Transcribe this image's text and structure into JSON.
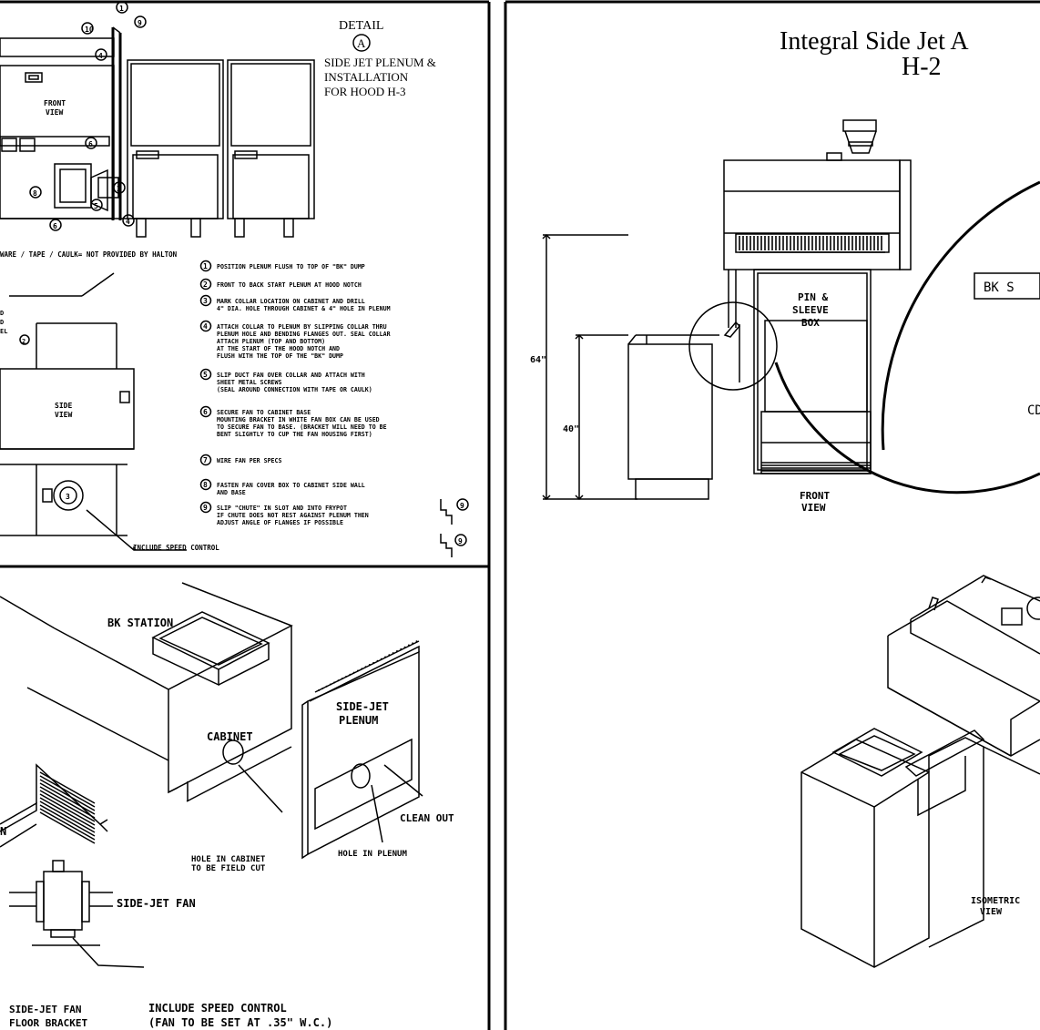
{
  "detail": {
    "label": "DETAIL",
    "letter": "A",
    "caption": [
      "SIDE JET PLENUM &",
      "INSTALLATION",
      "FOR HOOD H-3"
    ]
  },
  "top_left": {
    "front_view": [
      "FRONT",
      "VIEW"
    ],
    "side_view": [
      "SIDE",
      "VIEW"
    ],
    "note_header": "WARE / TAPE / CAULK= NOT PROVIDED BY HALTON",
    "left_note": [
      "D",
      "D",
      "EL"
    ],
    "include_speed_control": "INCLUDE SPEED CONTROL"
  },
  "steps": [
    {
      "num": "1",
      "lines": [
        "POSITION PLENUM FLUSH TO TOP OF \"BK\" DUMP"
      ]
    },
    {
      "num": "2",
      "lines": [
        "FRONT TO BACK START PLENUM AT HOOD NOTCH"
      ]
    },
    {
      "num": "3",
      "lines": [
        "MARK COLLAR LOCATION ON CABINET AND DRILL",
        "4\" DIA. HOLE THROUGH CABINET & 4\" HOLE IN PLENUM"
      ]
    },
    {
      "num": "4",
      "lines": [
        "ATTACH COLLAR TO PLENUM BY SLIPPING COLLAR THRU",
        "PLENUM HOLE AND BENDING FLANGES OUT. SEAL COLLAR",
        "ATTACH PLENUM (TOP AND BOTTOM)",
        "AT THE START OF THE HOOD NOTCH AND",
        "FLUSH WITH THE TOP OF THE \"BK\" DUMP"
      ]
    },
    {
      "num": "5",
      "lines": [
        "SLIP DUCT FAN OVER COLLAR AND ATTACH WITH",
        "SHEET METAL SCREWS",
        "(SEAL AROUND CONNECTION WITH TAPE OR CAULK)"
      ]
    },
    {
      "num": "6",
      "lines": [
        "SECURE FAN TO CABINET BASE",
        "MOUNTING BRACKET IN WHITE FAN BOX CAN BE USED",
        "TO SECURE FAN TO BASE. (BRACKET WILL NEED TO BE",
        "BENT SLIGHTLY TO CUP THE FAN HOUSING FIRST)"
      ]
    },
    {
      "num": "7",
      "lines": [
        "WIRE FAN PER SPECS"
      ]
    },
    {
      "num": "8",
      "lines": [
        "FASTEN FAN COVER BOX TO CABINET SIDE WALL",
        "AND BASE"
      ]
    },
    {
      "num": "9",
      "lines": [
        "SLIP \"CHUTE\" IN SLOT AND INTO FRYPOT",
        "IF CHUTE DOES NOT REST AGAINST PLENUM THEN",
        "ADJUST ANGLE OF FLANGES IF POSSIBLE"
      ]
    }
  ],
  "iso_left": {
    "bk_station": "BK STATION",
    "cabinet": "CABINET",
    "side_jet_plenum": [
      "SIDE-JET",
      "PLENUM"
    ],
    "clean_out": "CLEAN OUT",
    "hole_in_cabinet": [
      "HOLE IN CABINET",
      "TO BE FIELD CUT"
    ],
    "hole_in_plenum": "HOLE IN PLENUM",
    "n_fragment": "N",
    "side_jet_fan": "SIDE-JET FAN",
    "floor_bracket": [
      "SIDE-JET FAN",
      "FLOOR BRACKET"
    ],
    "speed_control": [
      "INCLUDE SPEED CONTROL",
      "(FAN TO BE SET AT .35\" W.C.)"
    ]
  },
  "right": {
    "title": [
      "Integral Side Jet A",
      "H-2"
    ],
    "pin_sleeve": [
      "PIN &",
      "SLEEVE",
      "BOX"
    ],
    "dim_64": "64\"",
    "dim_40": "40\"",
    "front_view": [
      "FRONT",
      "VIEW"
    ],
    "bk_s": "BK S",
    "cd": "CD",
    "isometric_view": [
      "ISOMETRIC",
      "VIEW"
    ]
  }
}
